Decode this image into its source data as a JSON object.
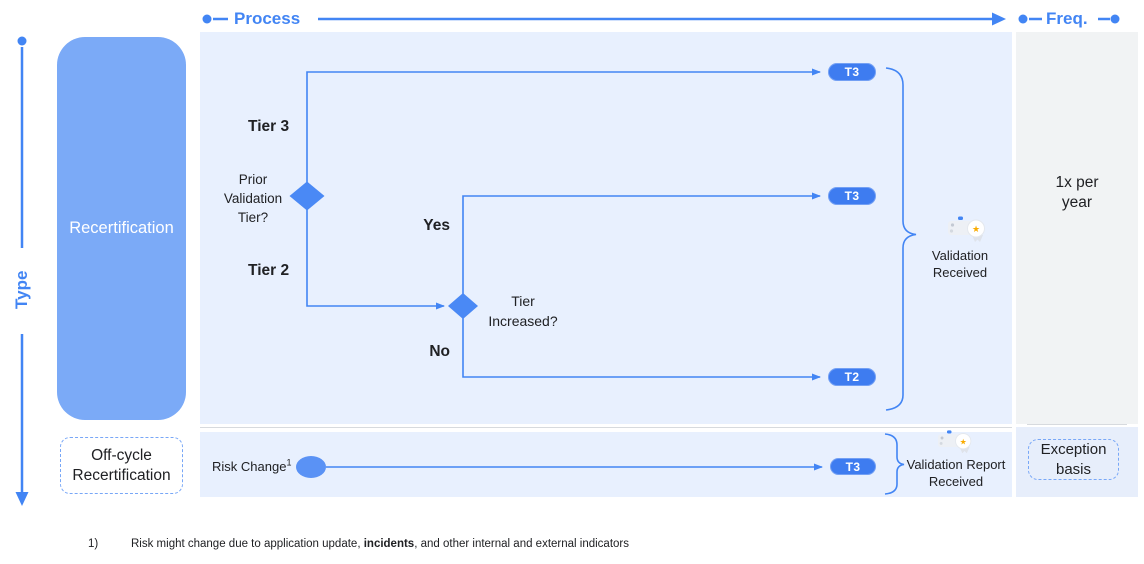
{
  "axes": {
    "process_label": "Process",
    "freq_label": "Freq.",
    "type_label": "Type"
  },
  "rows": {
    "recertification": "Recertification",
    "off_cycle": "Off-cycle\nRecertification"
  },
  "freq": {
    "annual": "1x per\nyear",
    "exception": "Exception\nbasis"
  },
  "flow": {
    "tier3": "Tier 3",
    "tier2": "Tier 2",
    "prior_question": "Prior\nValidation\nTier?",
    "increase_question": "Tier\nIncreased?",
    "yes": "Yes",
    "no": "No",
    "validation_received": "Validation\nReceived",
    "pills": [
      {
        "label": "T3"
      },
      {
        "label": "T3"
      },
      {
        "label": "T2"
      }
    ]
  },
  "offcycle": {
    "risk_change": "Risk Change",
    "risk_change_sup": "1",
    "pill": "T3",
    "validation_report": "Validation Report\nReceived"
  },
  "footnote": {
    "marker": "1)",
    "before": "Risk might change due to application update, ",
    "bold": "incidents",
    "after": ", and other internal and external indicators"
  },
  "colors": {
    "accent_blue": "#4285F4",
    "panel_blue": "#E8F0FE",
    "row_box_blue": "#7BAAF7",
    "pill_blue": "#3E7CF0",
    "gray_panel": "#F1F3F4",
    "star_yellow": "#F9AB00"
  }
}
